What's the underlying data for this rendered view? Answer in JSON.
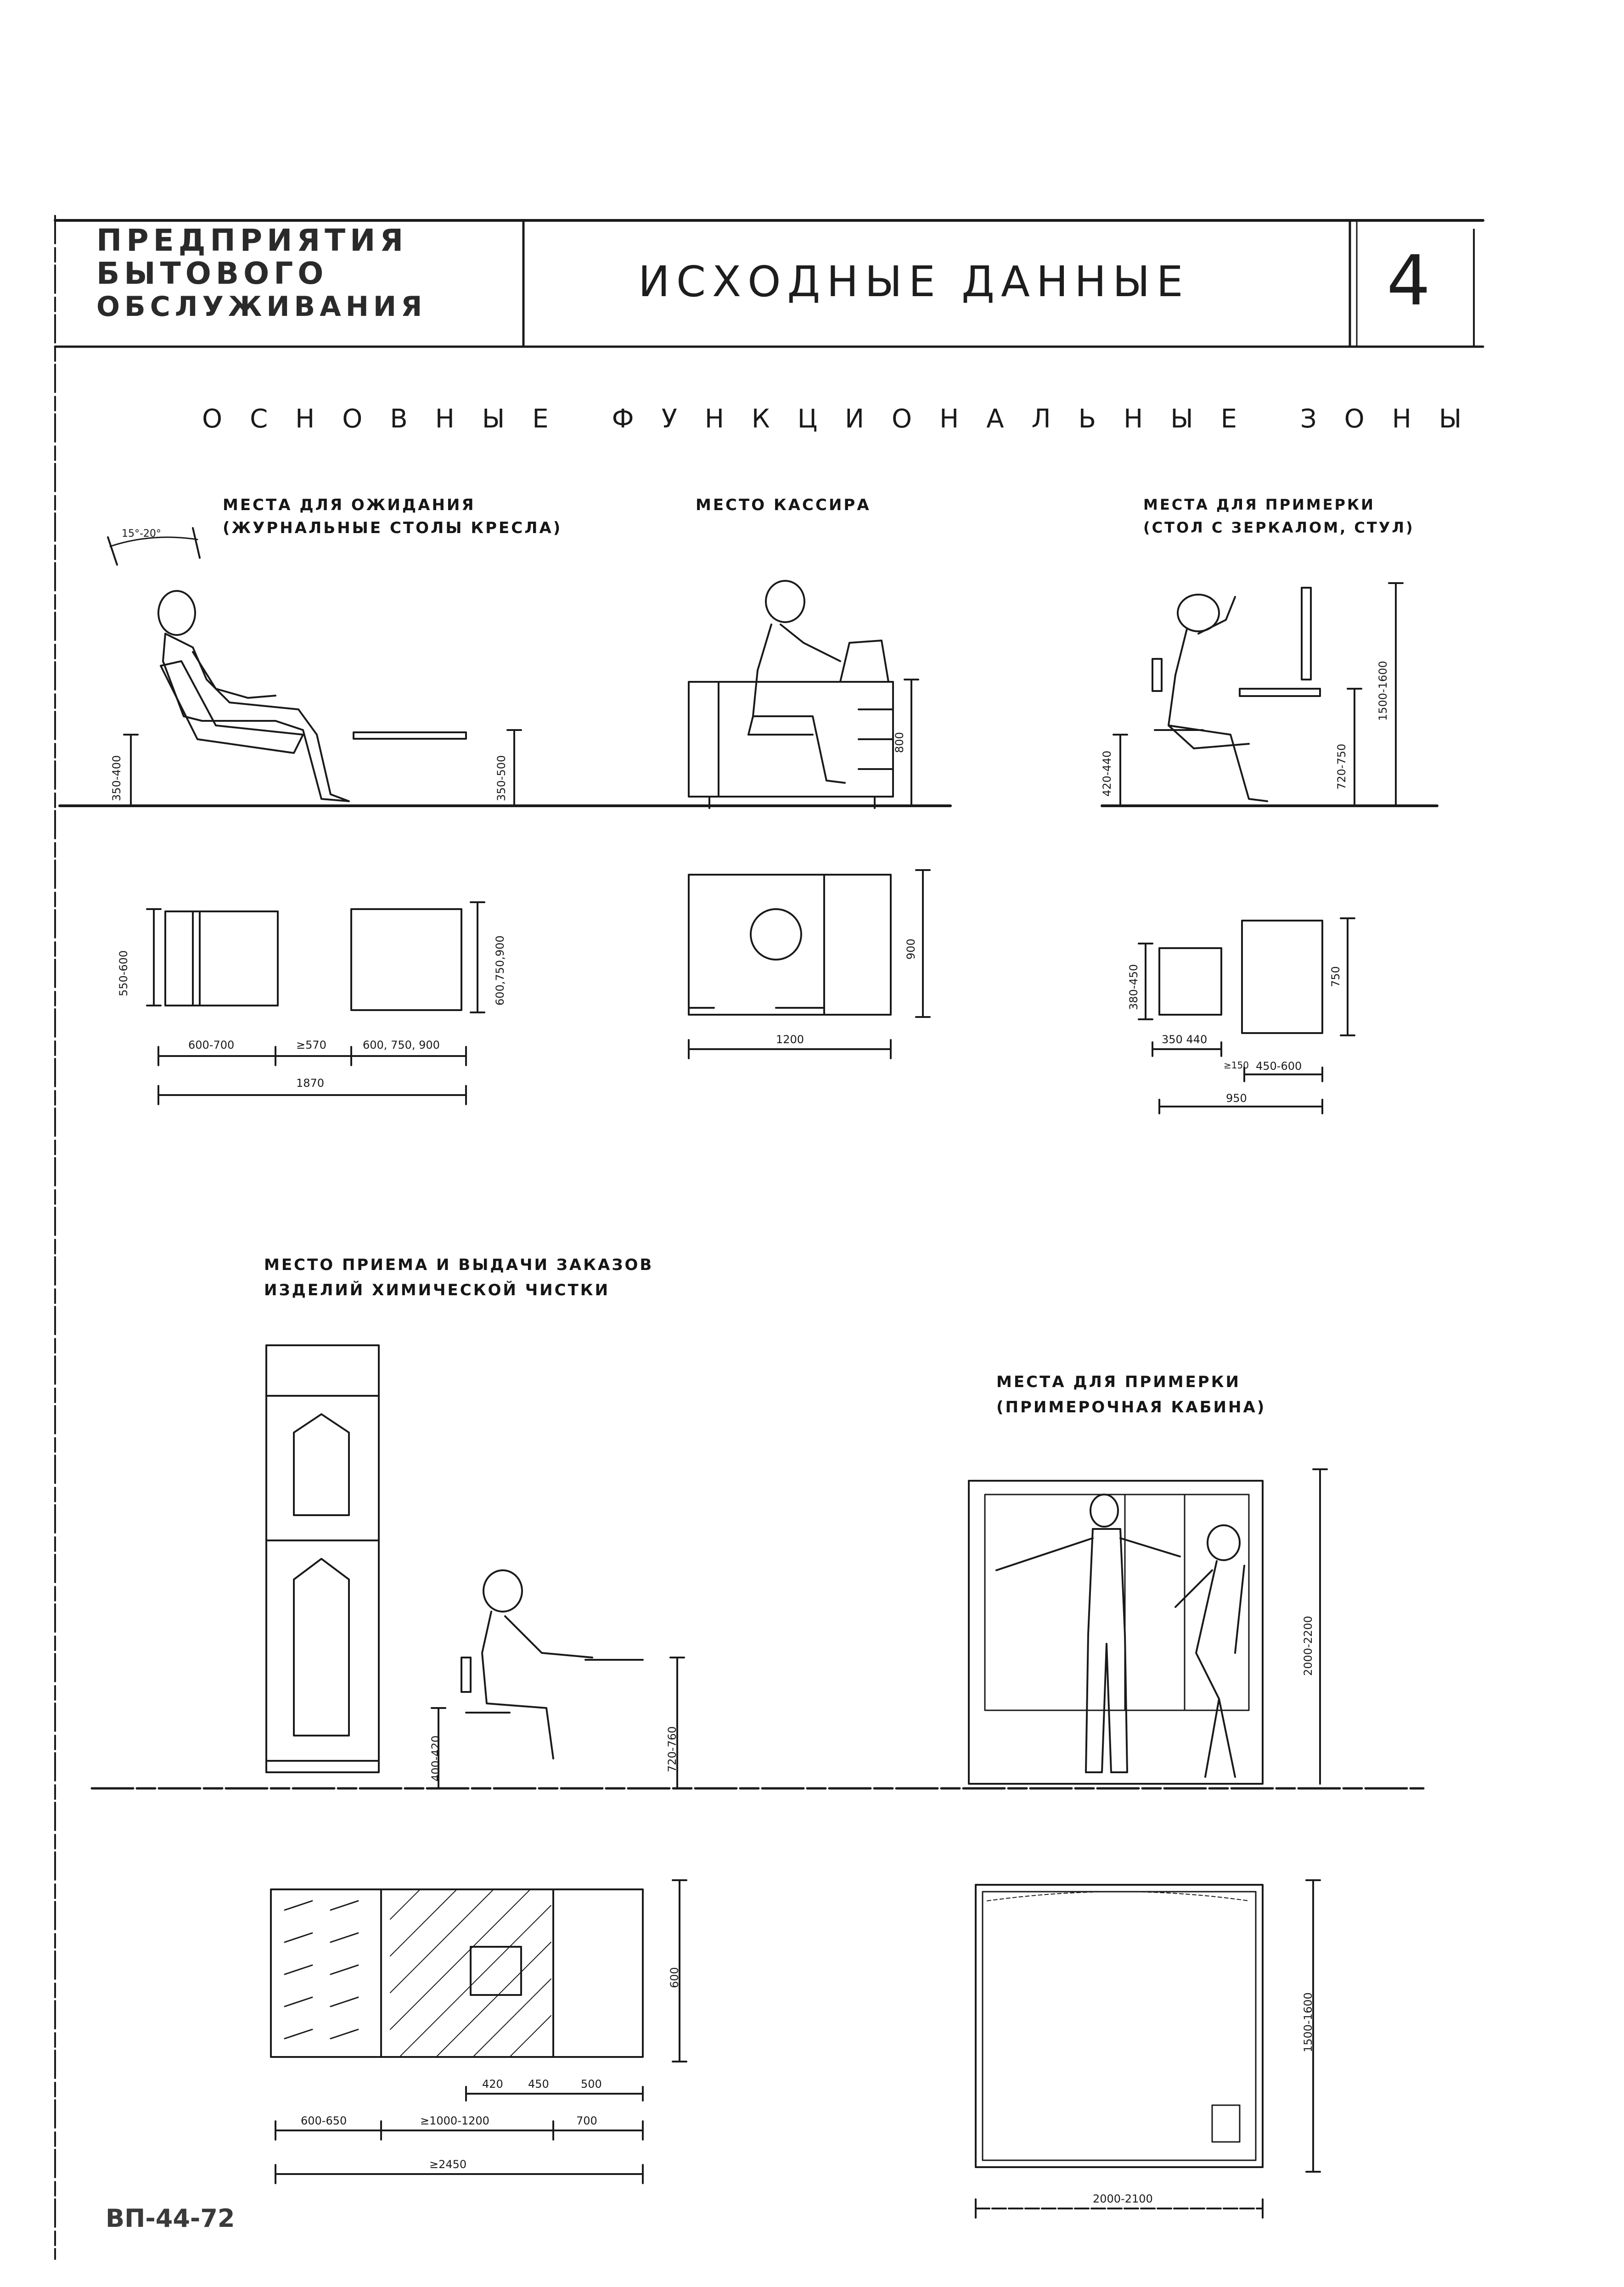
{
  "header": {
    "org_line1": "ПРЕДПРИЯТИЯ",
    "org_line2": "БЫТОВОГО",
    "org_line3": "ОБСЛУЖИВАНИЯ",
    "title": "ИСХОДНЫЕ ДАННЫЕ",
    "sheet_number": "4"
  },
  "section_title": "ОСНОВНЫЕ ФУНКЦИОНАЛЬНЫЕ ЗОНЫ",
  "zones": {
    "waiting": {
      "title_line1": "МЕСТА ДЛЯ ОЖИДАНИЯ",
      "title_line2": "(ЖУРНАЛЬНЫЕ СТОЛЫ КРЕСЛА)",
      "angle": "15°-20°",
      "dims": {
        "seat_height": "350-400",
        "table_height": "350-500",
        "chair_depth": "550-600",
        "table_size_v": "600,750,900",
        "chair_width": "600-700",
        "gap": "≥570",
        "table_size_h": "600, 750, 900",
        "total": "1870"
      }
    },
    "cashier": {
      "title": "МЕСТО КАССИРА",
      "dims": {
        "desk_height": "800",
        "depth": "900",
        "width": "1200"
      }
    },
    "fitting_table": {
      "title_line1": "МЕСТА ДЛЯ ПРИМЕРКИ",
      "title_line2": "(СТОЛ С ЗЕРКАЛОМ, СТУЛ)",
      "dims": {
        "seat_height": "420-440",
        "table_height": "720-750",
        "mirror_height": "1500-1600",
        "stool_depth": "380-450",
        "table_depth": "750",
        "stool_width": "350 440",
        "gap": "≥150",
        "table_width": "450-600",
        "total": "950"
      }
    },
    "dry_cleaning": {
      "title_line1": "МЕСТО ПРИЕМА И ВЫДАЧИ ЗАКАЗОВ",
      "title_line2": "ИЗДЕЛИЙ ХИМИЧЕСКОЙ ЧИСТКИ",
      "dims": {
        "seat_height": "400-420",
        "counter_height": "720-760",
        "depth": "600",
        "small1": "420",
        "small2": "450",
        "small3": "500",
        "rack": "600-650",
        "middle": "≥1000-1200",
        "counter": "700",
        "total": "≥2450"
      }
    },
    "fitting_booth": {
      "title_line1": "МЕСТА ДЛЯ ПРИМЕРКИ",
      "title_line2": "(ПРИМЕРОЧНАЯ КАБИНА)",
      "dims": {
        "height": "2000-2200",
        "depth": "1500-1600",
        "width": "2000-2100"
      }
    }
  },
  "doc_code": "ВП-44-72"
}
